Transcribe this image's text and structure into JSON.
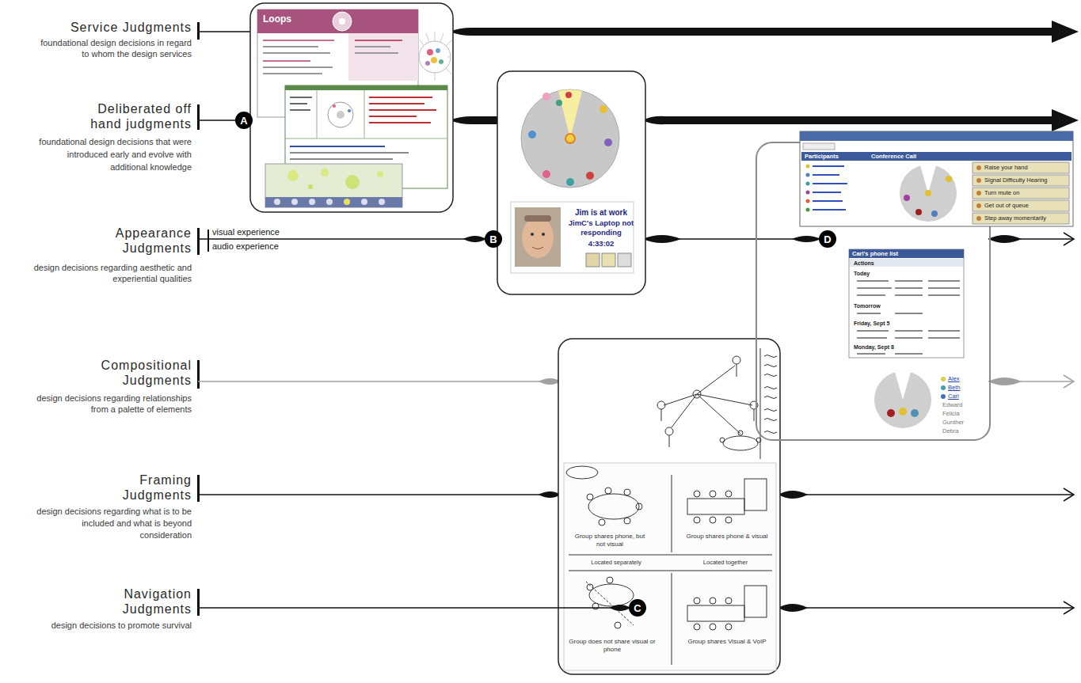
{
  "diagram": {
    "nodes": [
      {
        "text": [
          "A"
        ]
      },
      {
        "text": [
          "B"
        ]
      },
      {
        "text": [
          "C"
        ]
      },
      {
        "text": [
          "D"
        ]
      }
    ],
    "edges": [
      {
        "from": 1,
        "to": 3,
        "arrow": "none"
      }
    ],
    "labels": [
      "Service Judgments",
      "foundational design decisions in regard to whom the design services",
      "Deliberated off hand judgments",
      "foundational design decisions that were introduced early and evolve with additional knowledge",
      "Appearance Judgments",
      "design decisions regarding aesthetic and experiential qualities",
      "visual experience",
      "audio experience",
      "Compositional Judgments",
      "design decisions regarding relationships from a palette of elements",
      "Framing Judgments",
      "design decisions regarding what is to be included and what is beyond consideration",
      "Navigation Judgments",
      "design decisions to promote survival",
      "Loops",
      "Jim is at work",
      "JimC's Laptop not responding",
      "4:33:02",
      "Group shares phone, but not visual",
      "Group shares phone & visual",
      "Located separately",
      "Located together",
      "Group does not share visual or phone",
      "Group shares Visual & VoIP",
      "Participants",
      "Conference Call",
      "Raise your hand",
      "Signal Difficulty Hearing",
      "Turn mute on",
      "Get out of queue",
      "Step away momentarily",
      "Carl's phone list",
      "Actions",
      "Today",
      "Tomorrow",
      "Friday, Sept 5",
      "Monday, Sept 8",
      "Alex",
      "Beth",
      "Carl",
      "Edward",
      "Felicia",
      "Gunther",
      "Debra"
    ]
  }
}
